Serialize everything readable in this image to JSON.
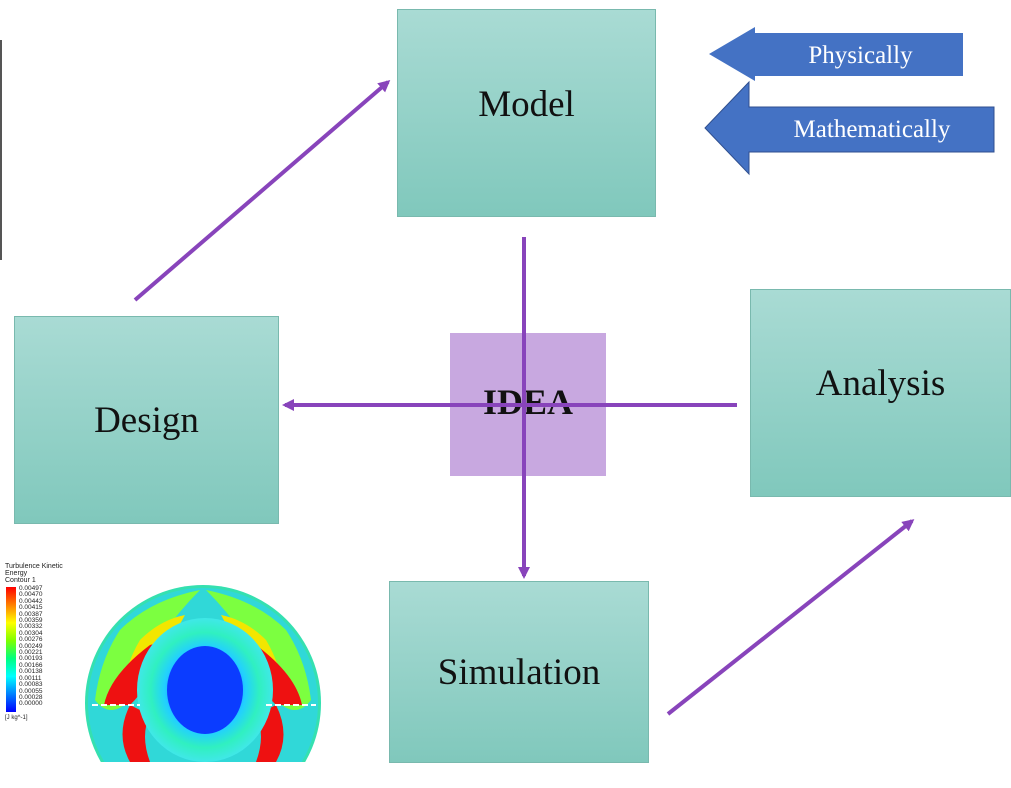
{
  "boxes": {
    "model": "Model",
    "design": "Design",
    "analysis": "Analysis",
    "simulation": "Simulation",
    "idea": "IDEA"
  },
  "banners": {
    "physically": "Physically",
    "mathematically": "Mathematically"
  },
  "colors": {
    "box_fill": "#99d3ca",
    "idea_fill": "#c8a8e0",
    "arrow": "#8844bb",
    "banner": "#4472c4"
  },
  "contour_legend": {
    "title": "Turbulence Kinetic Energy",
    "subtitle": "Contour 1",
    "levels": [
      "0.00497",
      "0.00470",
      "0.00442",
      "0.00415",
      "0.00387",
      "0.00359",
      "0.00332",
      "0.00304",
      "0.00276",
      "0.00249",
      "0.00221",
      "0.00193",
      "0.00166",
      "0.00138",
      "0.00111",
      "0.00083",
      "0.00055",
      "0.00028",
      "0.00000"
    ],
    "unit": "[J kg^-1]"
  }
}
